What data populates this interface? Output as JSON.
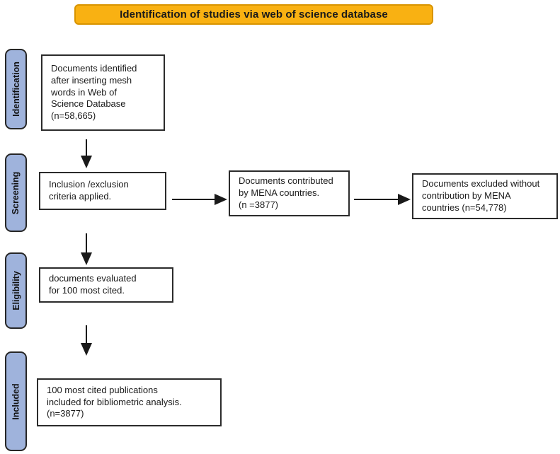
{
  "banner": {
    "title": "Identification of studies via web of science database",
    "fill_color": "#F9B112",
    "border_color": "#D89400"
  },
  "stages": [
    {
      "label": "Identification"
    },
    {
      "label": "Screening"
    },
    {
      "label": "Eligibility"
    },
    {
      "label": "Included"
    }
  ],
  "stage_style": {
    "fill_color": "#9FB3DC",
    "border_color": "#262626"
  },
  "boxes": [
    {
      "id": "identified",
      "text": "Documents identified\nafter inserting mesh\nwords in Web of\nScience Database\n(n=58,665)"
    },
    {
      "id": "criteria",
      "text": "Inclusion /exclusion\ncriteria applied."
    },
    {
      "id": "contributed",
      "text": "Documents contributed\nby MENA countries.\n(n =3877)"
    },
    {
      "id": "excluded",
      "text": "Documents excluded without\ncontribution by MENA\ncountries (n=54,778)"
    },
    {
      "id": "evaluated",
      "text": "documents evaluated\nfor 100 most cited."
    },
    {
      "id": "included",
      "text": "100 most cited publications\nincluded for bibliometric analysis.\n(n=3877)"
    }
  ],
  "arrow_color": "#1a1a1a"
}
